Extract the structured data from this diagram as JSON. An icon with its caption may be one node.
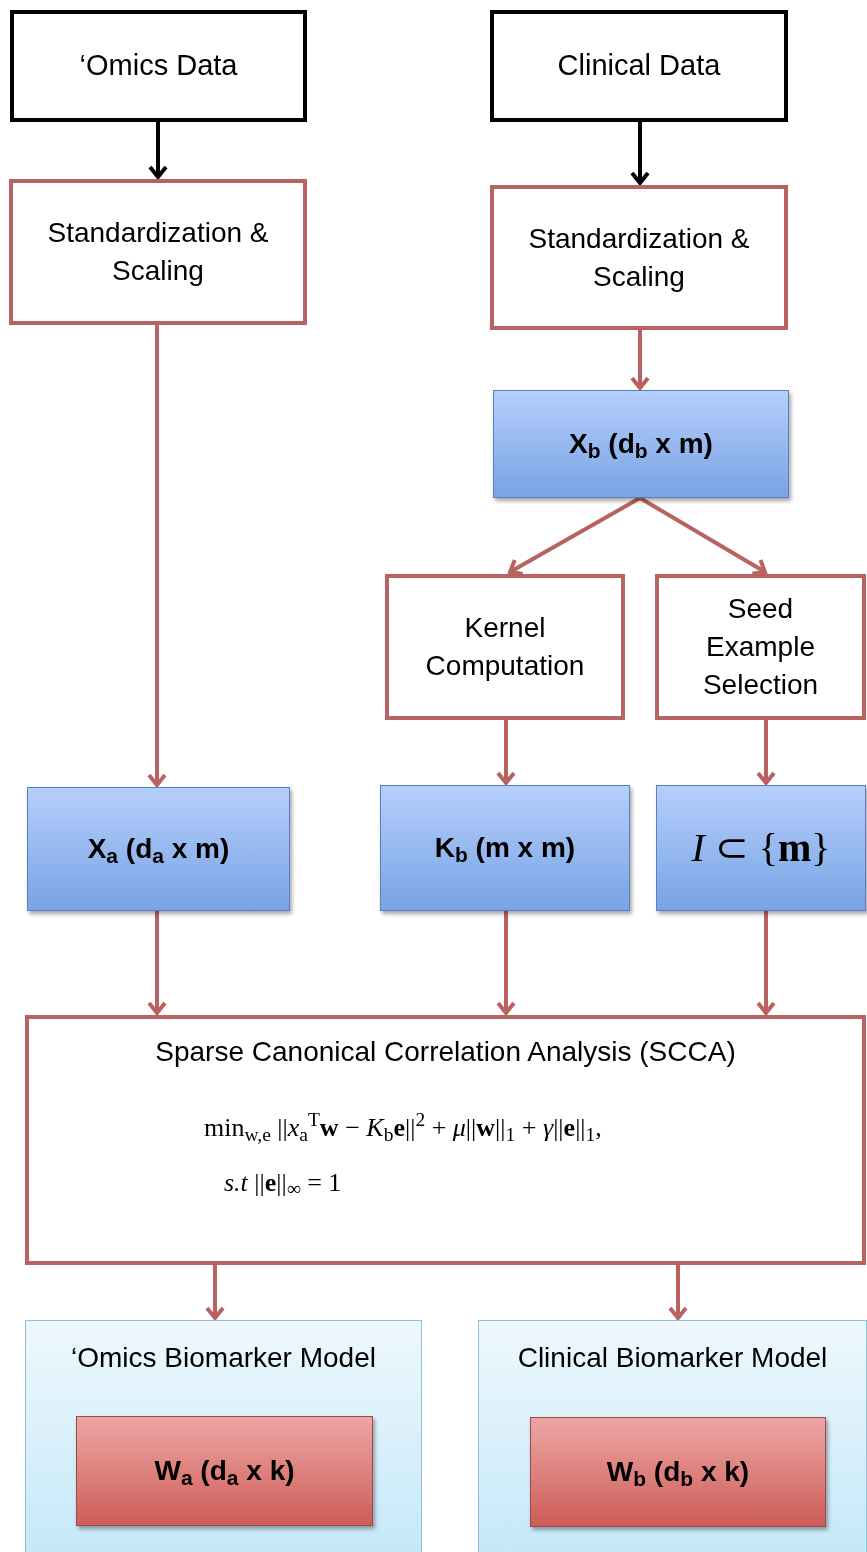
{
  "diagram": {
    "nodes": [
      {
        "text": [
          "‘Omics Data"
        ]
      },
      {
        "text": [
          "Clinical Data"
        ]
      },
      {
        "text": [
          "Standardization & Scaling"
        ]
      },
      {
        "text": [
          "Standardization & Scaling"
        ]
      },
      {
        "text": [
          "X$_{b}$ (d$_{b}$ x m)"
        ]
      },
      {
        "text": [
          "Kernel Computation"
        ]
      },
      {
        "text": [
          "Seed Example Selection"
        ]
      },
      {
        "text": [
          "X$_{a}$ (d$_{a}$ x m)"
        ]
      },
      {
        "text": [
          "K$_{b}$ (m x m)"
        ]
      },
      {
        "text": [
          "*I* ⊂ {**m**}"
        ]
      },
      {
        "text": [
          "Sparse Canonical Correlation Analysis (SCCA)",
          "min$_{w,e}$ ||*x*$_{a}$$^{T}$**w** − *K*$_{b}$**e**||$^{2}$ + *μ*||**w**||$_{1}$ + *γ*||**e**||$_{1}$,",
          "*s.t* ||**e**||$_{∞}$ = 1"
        ]
      },
      {
        "text": [
          "‘Omics Biomarker Model"
        ]
      },
      {
        "text": [
          "W$_{a}$ (d$_{a}$ x k)"
        ],
        "in": 11
      },
      {
        "text": [
          "Clinical Biomarker Model"
        ]
      },
      {
        "text": [
          "W$_{b}$ (d$_{b}$ x k)"
        ],
        "in": 13
      }
    ],
    "edges": [
      {
        "from": 0,
        "to": 2,
        "arrow": "to",
        "color": "#000000"
      },
      {
        "from": 1,
        "to": 3,
        "arrow": "to",
        "color": "#000000"
      },
      {
        "from": 2,
        "to": 7,
        "arrow": "to"
      },
      {
        "from": 3,
        "to": 4,
        "arrow": "to"
      },
      {
        "from": 4,
        "to": 5,
        "arrow": "to"
      },
      {
        "from": 4,
        "to": 6,
        "arrow": "to"
      },
      {
        "from": 5,
        "to": 8,
        "arrow": "to"
      },
      {
        "from": 6,
        "to": 9,
        "arrow": "to"
      },
      {
        "from": 7,
        "to": 10,
        "arrow": "to"
      },
      {
        "from": 8,
        "to": 10,
        "arrow": "to"
      },
      {
        "from": 9,
        "to": 10,
        "arrow": "to"
      },
      {
        "from": 10,
        "to": 11,
        "arrow": "to"
      },
      {
        "from": 10,
        "to": 13,
        "arrow": "to"
      }
    ]
  }
}
